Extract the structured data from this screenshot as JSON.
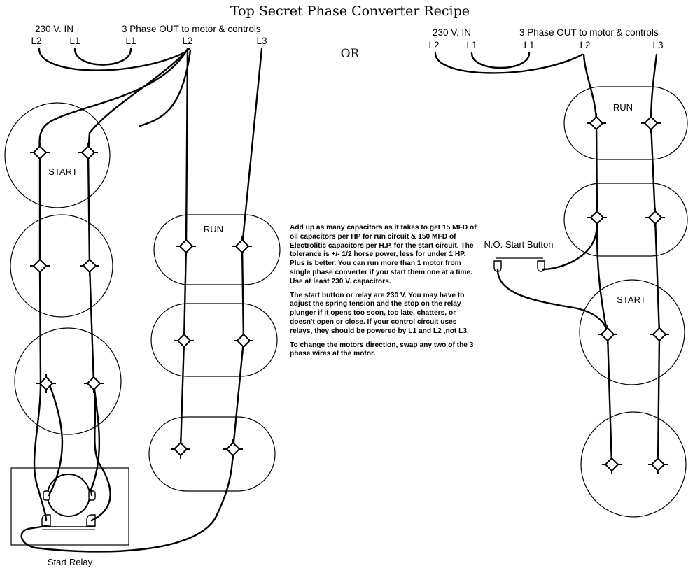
{
  "title": "Top Secret Phase Converter Recipe",
  "or_label": "OR",
  "left": {
    "input_label": "230 V. IN",
    "output_label": "3 Phase OUT to motor & controls",
    "terminals": [
      "L2",
      "L1",
      "L1",
      "L2",
      "L3"
    ],
    "start_label": "START",
    "run_label": "RUN",
    "relay_label": "Start Relay"
  },
  "right": {
    "input_label": "230 V. IN",
    "output_label": "3 Phase OUT to motor & controls",
    "terminals": [
      "L2",
      "L1",
      "L1",
      "L2",
      "L3"
    ],
    "run_label": "RUN",
    "start_label": "START",
    "button_label": "N.O. Start Button"
  },
  "notes": [
    "Add up as many capacitors as it takes to get 15 MFD of oil capacitors per HP for run circuit & 150 MFD of Electrolitic capacitors per H.P. for the start circuit. The tolerance is +/- 1/2 horse power, less for under 1 HP. Plus is better. You can run more than 1 motor from single phase converter if you start them one at a time. Use at least 230 V. capacitors.",
    "The start button or relay are 230 V. You may have to adjust the spring tension and the stop on the relay plunger if it opens too soon, too late, chatters, or doesn't open or close. If your control circuit uses relays, they should be powered by L1 and L2 ,not L3.",
    "To change the motors direction, swap any two of the 3 phase wires at the motor."
  ]
}
